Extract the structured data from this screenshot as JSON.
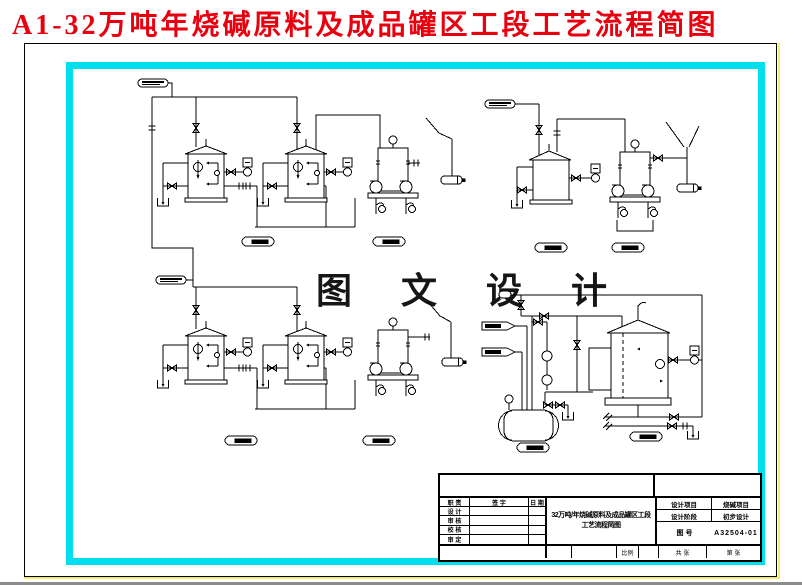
{
  "page": {
    "title": "A1-32万吨年烧碱原料及成品罐区工段工艺流程简图",
    "watermark": "图 文 设 计",
    "colors": {
      "title_red": "#e8000f",
      "frame_cyan": "#00dfef",
      "page_edge_yellow": "#f2ec72",
      "page_edge_gray": "#8c8c8c",
      "line_black": "#000000"
    }
  },
  "title_block": {
    "sign": {
      "headers": [
        "职 责",
        "签 字",
        "日 期"
      ],
      "rows": [
        "设 计",
        "审 核",
        "校 核",
        "审 定"
      ]
    },
    "name_line1": "32万吨/年烧碱原料及成品罐区工段",
    "name_line2": "工艺流程简图",
    "fields": {
      "project_label": "设计项目",
      "project_value": "烧碱项目",
      "stage_label": "设计阶段",
      "stage_value": "初步设计",
      "no_label": "图  号",
      "no_value": "A32504-01"
    },
    "footer": [
      "",
      "",
      "",
      "比例",
      "",
      "共 张",
      "第 张"
    ]
  }
}
